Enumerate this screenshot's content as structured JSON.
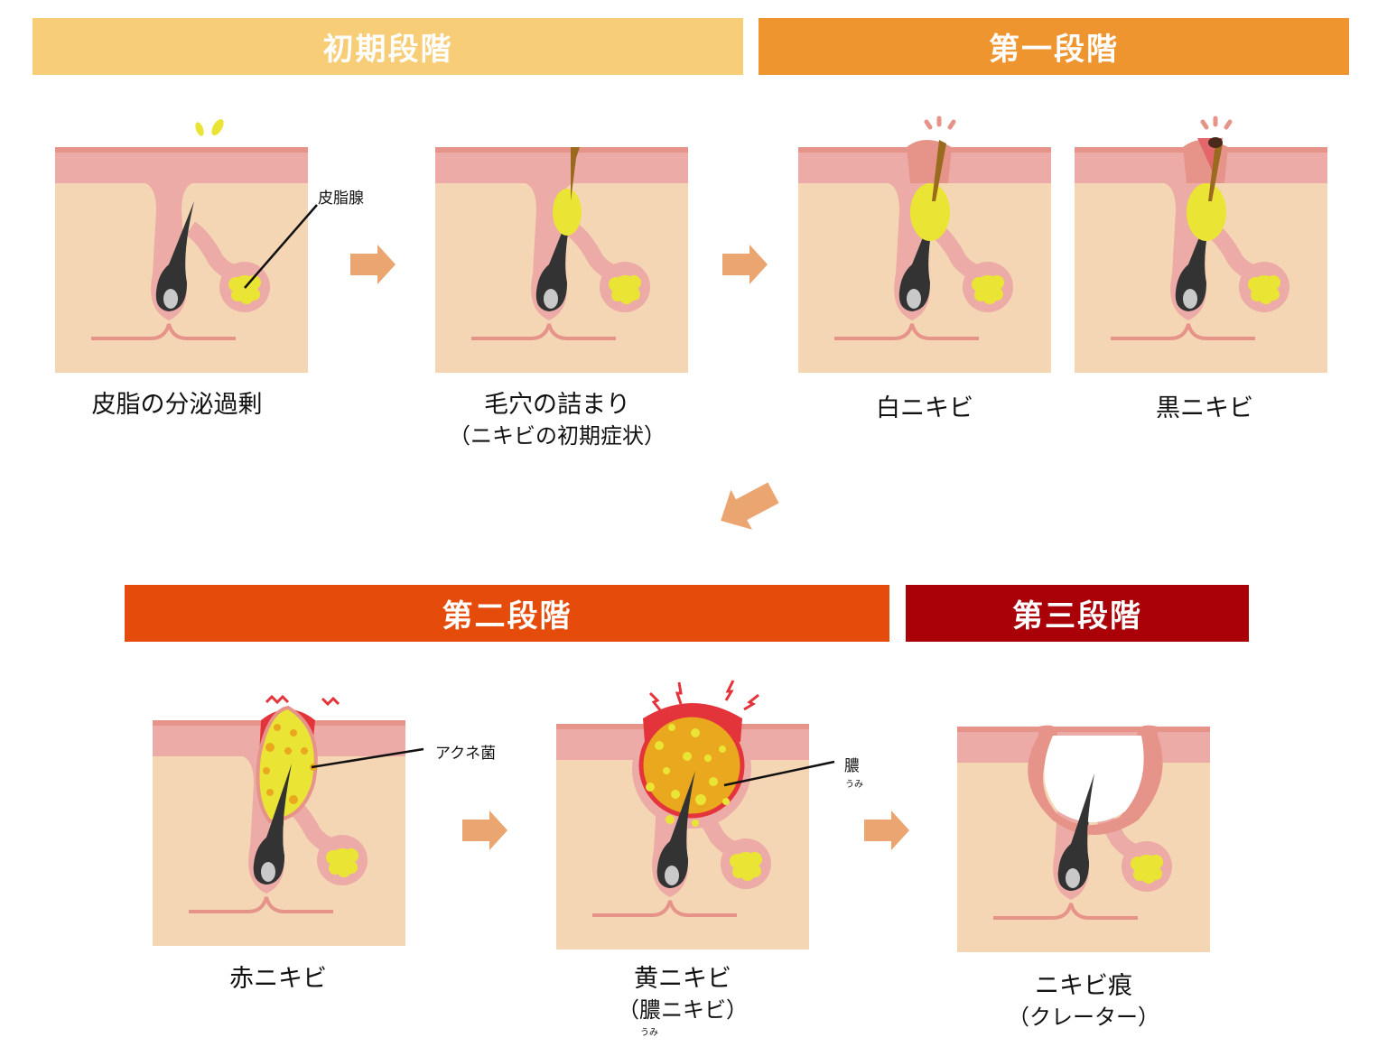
{
  "colors": {
    "stage_initial": "#F8CD78",
    "stage_first": "#EF9530",
    "stage_second": "#E54B0A",
    "stage_third": "#AA0008",
    "skin_dermis": "#F4D6B4",
    "skin_epidermis": "#ECABA6",
    "skin_surface": "#E6948A",
    "sebum": "#EAE534",
    "pus": "#E9A81E",
    "inflammation": "#E2343A",
    "hair": "#333333",
    "hair_bulb": "#C9C9C9",
    "arrow": "#EBA570"
  },
  "stages": {
    "initial": {
      "label": "初期段階"
    },
    "first": {
      "label": "第一段階"
    },
    "second": {
      "label": "第二段階"
    },
    "third": {
      "label": "第三段階"
    }
  },
  "panels": [
    {
      "id": "excess-sebum",
      "title": "皮脂の分泌過剰",
      "subtitle": "",
      "callout": "皮脂腺"
    },
    {
      "id": "clogged-pore",
      "title": "毛穴の詰まり",
      "subtitle": "（ニキビの初期症状）"
    },
    {
      "id": "whitehead",
      "title": "白ニキビ",
      "subtitle": ""
    },
    {
      "id": "blackhead",
      "title": "黒ニキビ",
      "subtitle": ""
    },
    {
      "id": "red-pimple",
      "title": "赤ニキビ",
      "subtitle": "",
      "callout": "アクネ菌"
    },
    {
      "id": "yellow-pimple",
      "title": "黄ニキビ",
      "subtitle": "（膿ニキビ）",
      "subtitle_ruby": "うみ",
      "callout": "膿",
      "callout_ruby": "うみ"
    },
    {
      "id": "acne-scar",
      "title": "ニキビ痕",
      "subtitle": "（クレーター）"
    }
  ]
}
